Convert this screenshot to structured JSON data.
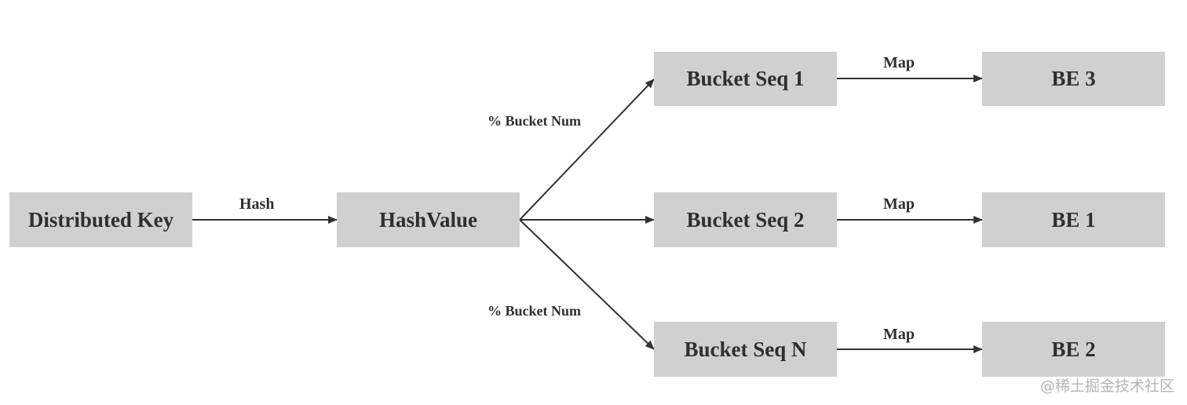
{
  "nodes": {
    "distributed_key": "Distributed Key",
    "hash_value": "HashValue",
    "bucket_seq_1": "Bucket Seq 1",
    "bucket_seq_2": "Bucket Seq 2",
    "bucket_seq_n": "Bucket Seq N",
    "be_3": "BE 3",
    "be_1": "BE 1",
    "be_2": "BE 2"
  },
  "edge_labels": {
    "hash": "Hash",
    "bucket_num_top": "% Bucket Num",
    "bucket_num_bottom": "% Bucket Num",
    "map_1": "Map",
    "map_2": "Map",
    "map_3": "Map"
  },
  "watermark": "@稀土掘金技术社区",
  "colors": {
    "node_fill": "#d0d0d0",
    "text": "#2f2f2f",
    "edge": "#333333"
  }
}
